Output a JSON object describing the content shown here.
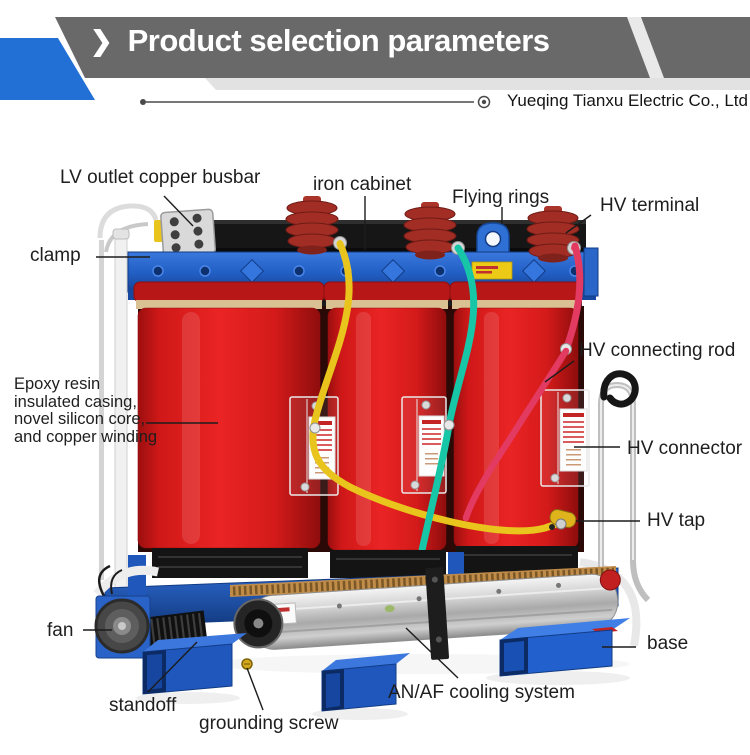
{
  "header": {
    "chevron": "❯",
    "title": "Product selection parameters"
  },
  "company": {
    "name": "Yueqing Tianxu Electric Co., Ltd"
  },
  "labels": {
    "lv_busbar": "LV outlet copper busbar",
    "iron_cabinet": "iron cabinet",
    "flying_rings": "Flying rings",
    "hv_terminal": "HV terminal",
    "clamp": "clamp",
    "hv_connecting_rod": "HV connecting rod",
    "epoxy": "Epoxy resin\ninsulated casing,\nnovel silicon core,\nand copper winding",
    "hv_connector": "HV connector",
    "hv_tap": "HV tap",
    "fan": "fan",
    "base": "base",
    "standoff": "standoff",
    "cooling": "AN/AF cooling system",
    "grounding": "grounding screw"
  },
  "colors": {
    "banner_gray": "#696969",
    "accent_blue": "#2270d6",
    "light_gray": "#e2e2e2",
    "coil_red": "#d61c1c",
    "frame_blue": "#2360c6",
    "wire_yellow": "#e9c41d",
    "wire_teal": "#17c6a6",
    "wire_pink": "#e23a60"
  }
}
